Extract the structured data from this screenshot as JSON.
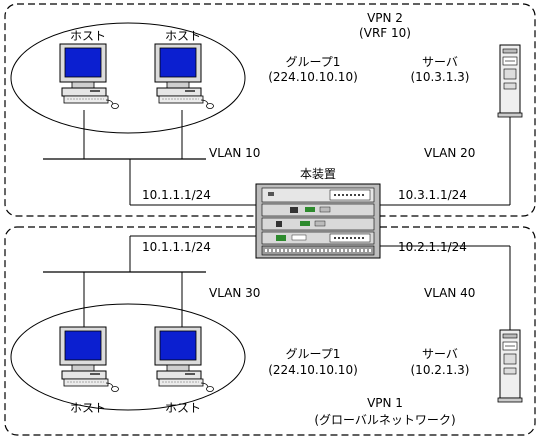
{
  "diagram": {
    "device": {
      "label": "本装置"
    },
    "vpn2": {
      "title": "VPN 2",
      "vrf": "(VRF 10)",
      "group": "グループ1",
      "group_addr": "(224.10.10.10)",
      "server": "サーバ",
      "server_addr": "(10.3.1.3)",
      "vlan_left": "VLAN 10",
      "vlan_right": "VLAN 20",
      "addr_left": "10.1.1.1/24",
      "addr_right": "10.3.1.1/24",
      "host1": "ホスト",
      "host2": "ホスト"
    },
    "vpn1": {
      "title": "VPN 1",
      "subtitle": "(グローバルネットワーク)",
      "group": "グループ1",
      "group_addr": "(224.10.10.10)",
      "server": "サーバ",
      "server_addr": "(10.2.1.3)",
      "vlan_left": "VLAN 30",
      "vlan_right": "VLAN 40",
      "addr_left": "10.1.1.1/24",
      "addr_right": "10.2.1.1/24",
      "host1": "ホスト",
      "host2": "ホスト"
    }
  },
  "colors": {
    "line": "#000000",
    "screen": "#0b1fd0",
    "device_light": "#e6e6e6",
    "device_dark": "#9a9a9a",
    "led": "#2e8b2e"
  },
  "icons": [
    "pc-icon",
    "server-tower-icon",
    "router-device-icon"
  ]
}
